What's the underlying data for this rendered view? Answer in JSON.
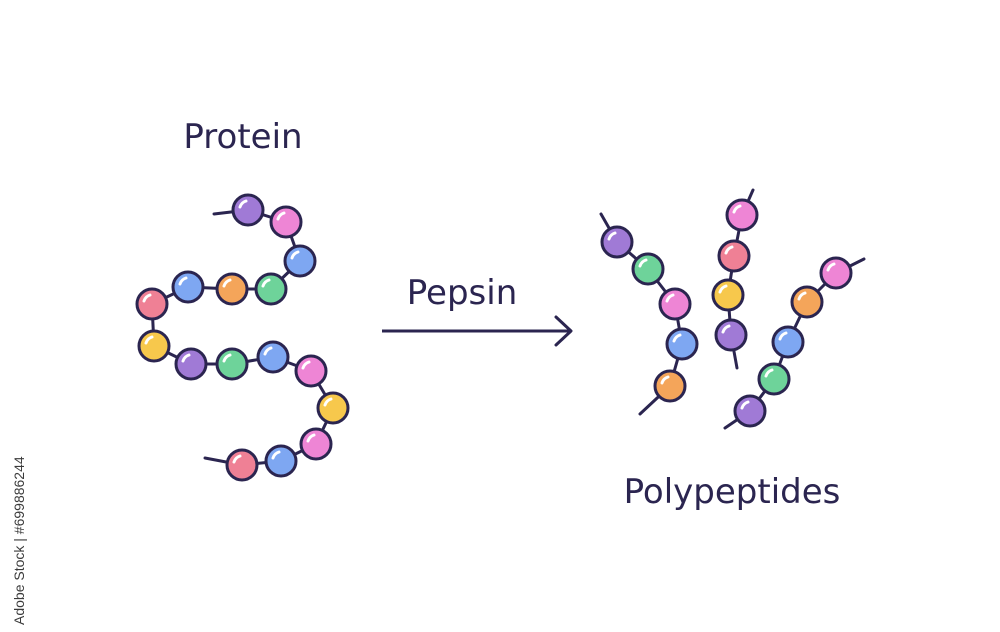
{
  "labels": {
    "protein": "Protein",
    "enzyme": "Pepsin",
    "product": "Polypeptides"
  },
  "watermark": {
    "stock_id": "Adobe Stock | #699886244"
  },
  "colors": {
    "outline": "#2b2550",
    "purple": "#a07ad6",
    "pink": "#ee85d5",
    "blue": "#7ea7f2",
    "orange": "#f4a55a",
    "green": "#6ed39a",
    "red": "#ef8095",
    "yellow": "#f7c84c"
  },
  "protein_bead_colors": [
    "purple",
    "pink",
    "blue",
    "green",
    "orange",
    "blue",
    "red",
    "yellow",
    "purple",
    "green",
    "blue",
    "pink",
    "yellow",
    "pink",
    "blue",
    "red"
  ],
  "polypeptide_bead_colors": [
    [
      "purple",
      "green",
      "pink",
      "blue",
      "orange"
    ],
    [
      "pink",
      "red",
      "yellow",
      "purple"
    ],
    [
      "pink",
      "orange",
      "blue",
      "green",
      "purple"
    ]
  ]
}
